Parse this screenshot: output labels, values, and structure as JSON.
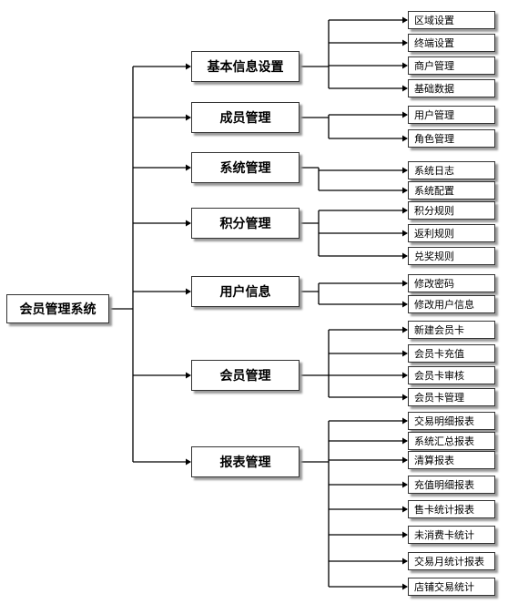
{
  "root": {
    "label": "会员管理系统"
  },
  "categories": [
    {
      "label": "基本信息设置",
      "children": [
        "区域设置",
        "终端设置",
        "商户管理",
        "基础数据"
      ]
    },
    {
      "label": "成员管理",
      "children": [
        "用户管理",
        "角色管理"
      ]
    },
    {
      "label": "系统管理",
      "children": [
        "系统日志",
        "系统配置"
      ]
    },
    {
      "label": "积分管理",
      "children": [
        "积分规则",
        "返利规则",
        "兑奖规则"
      ]
    },
    {
      "label": "用户信息",
      "children": [
        "修改密码",
        "修改用户信息"
      ]
    },
    {
      "label": "会员管理",
      "children": [
        "新建会员卡",
        "会员卡充值",
        "会员卡审核",
        "会员卡管理"
      ]
    },
    {
      "label": "报表管理",
      "children": [
        "交易明细报表",
        "系统汇总报表",
        "清算报表",
        "充值明细报表",
        "售卡统计报表",
        "未消费卡统计",
        "交易月统计报表",
        "店铺交易统计"
      ]
    }
  ],
  "colors": {
    "line": "#000000",
    "box_border": "#333333",
    "shadow": "#9a9a9a",
    "background": "#ffffff"
  }
}
